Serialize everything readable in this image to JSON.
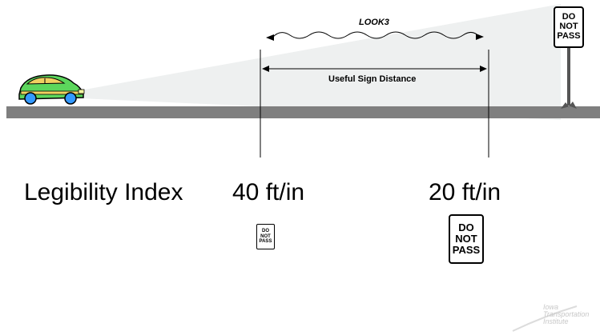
{
  "diagram": {
    "look_label": "LOOK3",
    "distance_label": "Useful Sign Distance",
    "legibility_label": "Legibility Index",
    "index_near": "40 ft/in",
    "index_far": "20 ft/in"
  },
  "roadside_sign": {
    "line1": "DO",
    "line2": "NOT",
    "line3": "PASS"
  },
  "small_sign": {
    "line1": "DO",
    "line2": "NOT",
    "line3": "PASS"
  },
  "medium_sign": {
    "line1": "DO",
    "line2": "NOT",
    "line3": "PASS"
  },
  "watermark": {
    "line1": "Iowa",
    "line2": "Transportation",
    "line3": "Institute"
  },
  "colors": {
    "road": "#7f7f7f",
    "car_body": "#5cd65c",
    "car_trim": "#f0d060",
    "wheel": "#3399ff",
    "sight_cone": "#eef0f0"
  }
}
